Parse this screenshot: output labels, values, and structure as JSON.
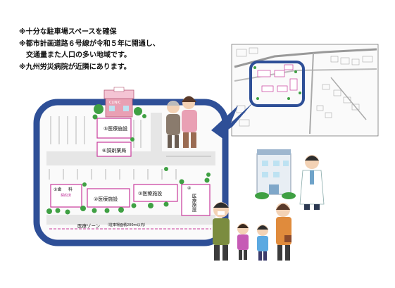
{
  "notes": [
    "※十分な駐車場スペースを確保",
    "※都市計画道路６号線が令和５年に開通し、",
    "　交通量また人口の多い地域です。",
    "※九州労災病院が近隣にあります。"
  ],
  "map": {
    "clinic_sign": "CLINIC",
    "facility_5": "⑤医療施設",
    "facility_6": "⑥調剤薬局",
    "facility_1_num": "①歯",
    "facility_1": "科",
    "facility_1_sub": "契約済",
    "facility_2": "②医療施設",
    "facility_3": "③医療施設",
    "facility_4_num": "④",
    "facility_4": "医療施設",
    "zone_label": "医療ゾーン",
    "zone_note": "（駐車場面積200ｍ以内）"
  },
  "colors": {
    "frame": "#2e4f97",
    "plot": "#c8399b",
    "tree": "#3fa043"
  }
}
